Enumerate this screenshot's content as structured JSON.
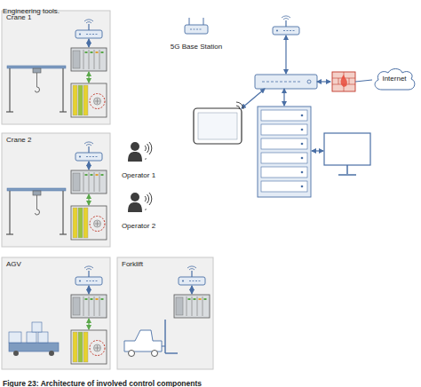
{
  "diagram": {
    "caption": "Figure 23: Architecture of involved control components",
    "nodes": [
      {
        "text": [
          "Crane 1"
        ]
      },
      {
        "text": [
          "Internet"
        ]
      },
      {
        "text": [
          "Crane 2"
        ]
      },
      {
        "text": [
          "AGV"
        ]
      },
      {
        "text": [
          "Forklift"
        ]
      }
    ],
    "labels": [
      "Engineering tools.",
      "5G Base Station",
      "Operator 1",
      "Operator 2"
    ]
  }
}
